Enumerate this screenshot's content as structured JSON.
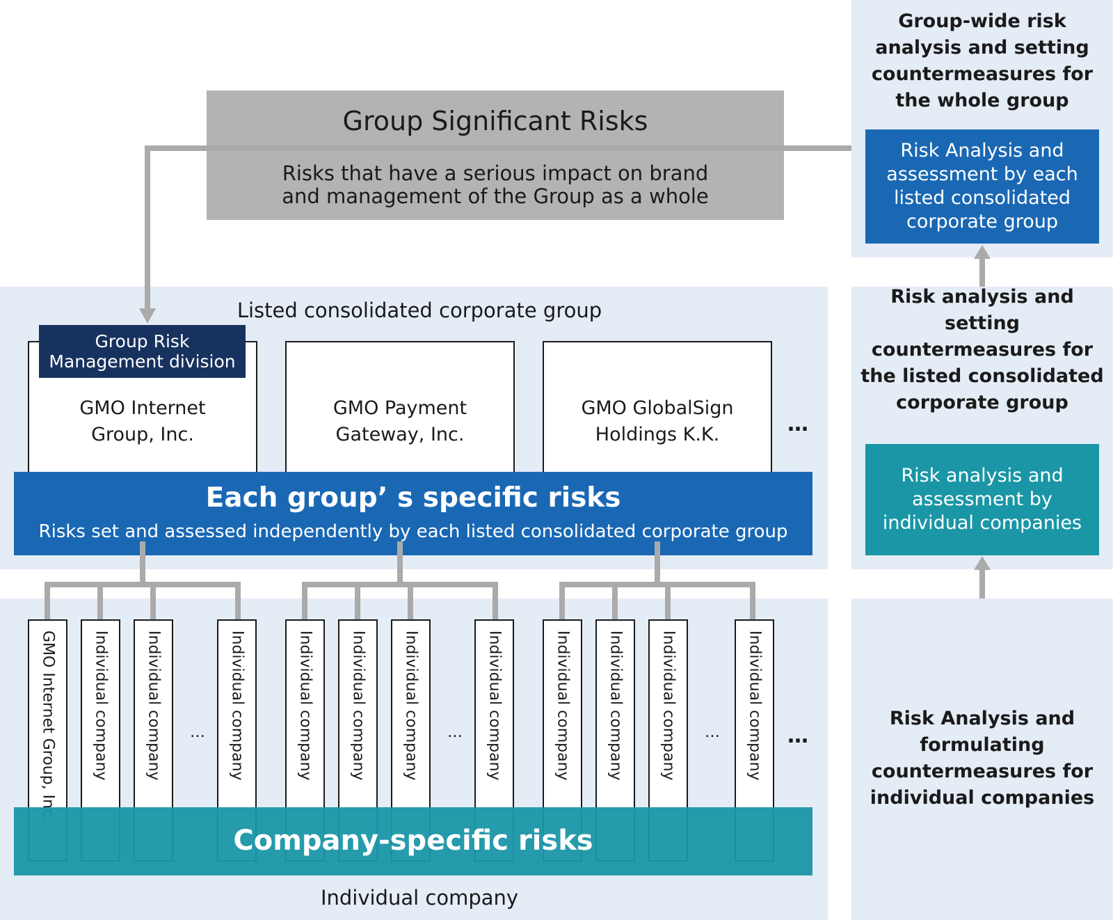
{
  "top": {
    "title": "Group Significant Risks",
    "description": "Risks that have a serious impact on brand and management of the Group as a whole"
  },
  "listed_group": {
    "label": "Listed consolidated corporate group",
    "division_label": "Group Risk Management division",
    "companies": [
      "GMO Internet Group, Inc.",
      "GMO Payment Gateway, Inc.",
      "GMO GlobalSign Holdings K.K."
    ],
    "more": "…",
    "band_title": "Each group’ s specific risks",
    "band_subtitle": "Risks set and assessed independently by each listed consolidated corporate group"
  },
  "individual": {
    "label": "Individual company",
    "first_company": "GMO Internet Group, Inc.",
    "company_label": "Individual company",
    "gap_dots": "…",
    "more": "…",
    "band_title": "Company-specific risks"
  },
  "side": {
    "top_heading": "Group-wide risk analysis and setting countermeasures for the whole group",
    "top_box": "Risk Analysis and assessment by each listed consolidated corporate group",
    "middle_heading": "Risk analysis and setting countermeasures for the listed consolidated corporate group",
    "middle_box": "Risk analysis and assessment by individual companies",
    "bottom_heading": "Risk Analysis and formulating countermeasures for individual companies"
  },
  "colors": {
    "panel": "#e4ecf6",
    "gray_box": "#b3b3b3",
    "blue": "#1a68b4",
    "navy": "#17325e",
    "teal": "#1a96a6",
    "connector": "#aaaaaa"
  }
}
